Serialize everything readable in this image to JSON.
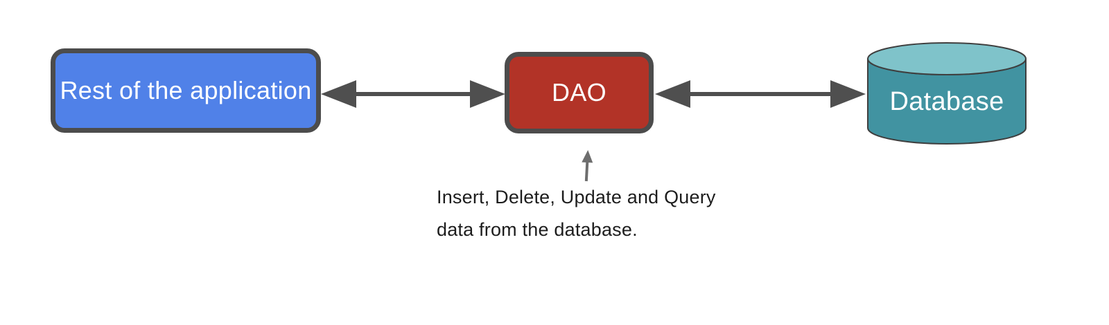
{
  "diagram": {
    "background": "#FFFFFF",
    "nodes": {
      "app": {
        "label": "Rest of the application",
        "fill": "#5081E8",
        "border_color": "#4C4C4C",
        "text_color": "#FFFFFF"
      },
      "dao": {
        "label": "DAO",
        "fill": "#B23327",
        "border_color": "#4C4C4C",
        "text_color": "#FFFFFF"
      },
      "database": {
        "label": "Database",
        "body_fill": "#4193A1",
        "top_fill": "#7FC3CA",
        "outline_color": "#3F3F3F",
        "text_color": "#FFFFFF"
      }
    },
    "connectors": {
      "arrow_color": "#4F4F4F"
    },
    "annotation": {
      "line1": "Insert, Delete, Update and Query",
      "line2": "data from the database.",
      "text_color": "#1D1D1D",
      "arrow_color": "#6E6E6E"
    }
  }
}
